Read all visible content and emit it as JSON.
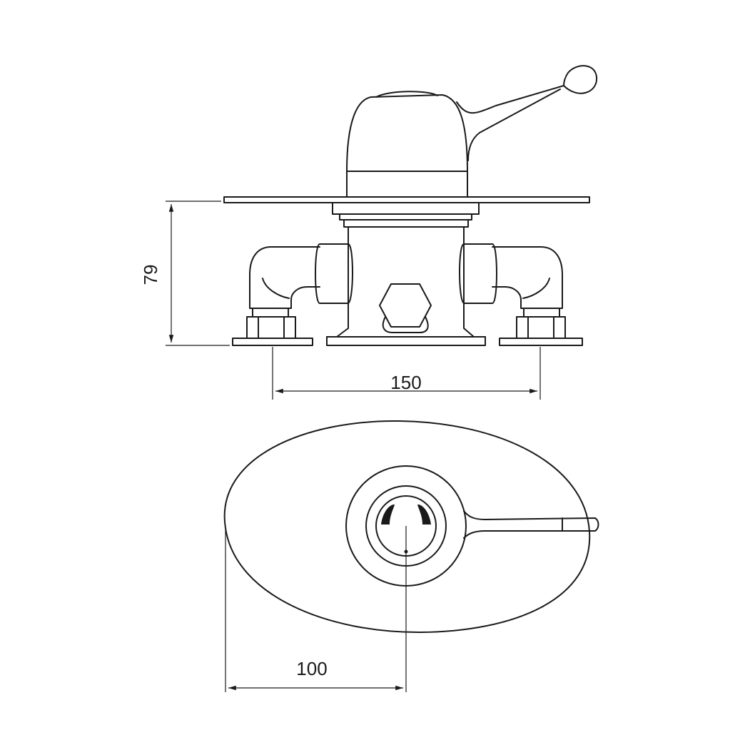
{
  "drawing": {
    "dimensions": {
      "height_label": "79",
      "width_label": "150",
      "offset_label": "100"
    }
  }
}
